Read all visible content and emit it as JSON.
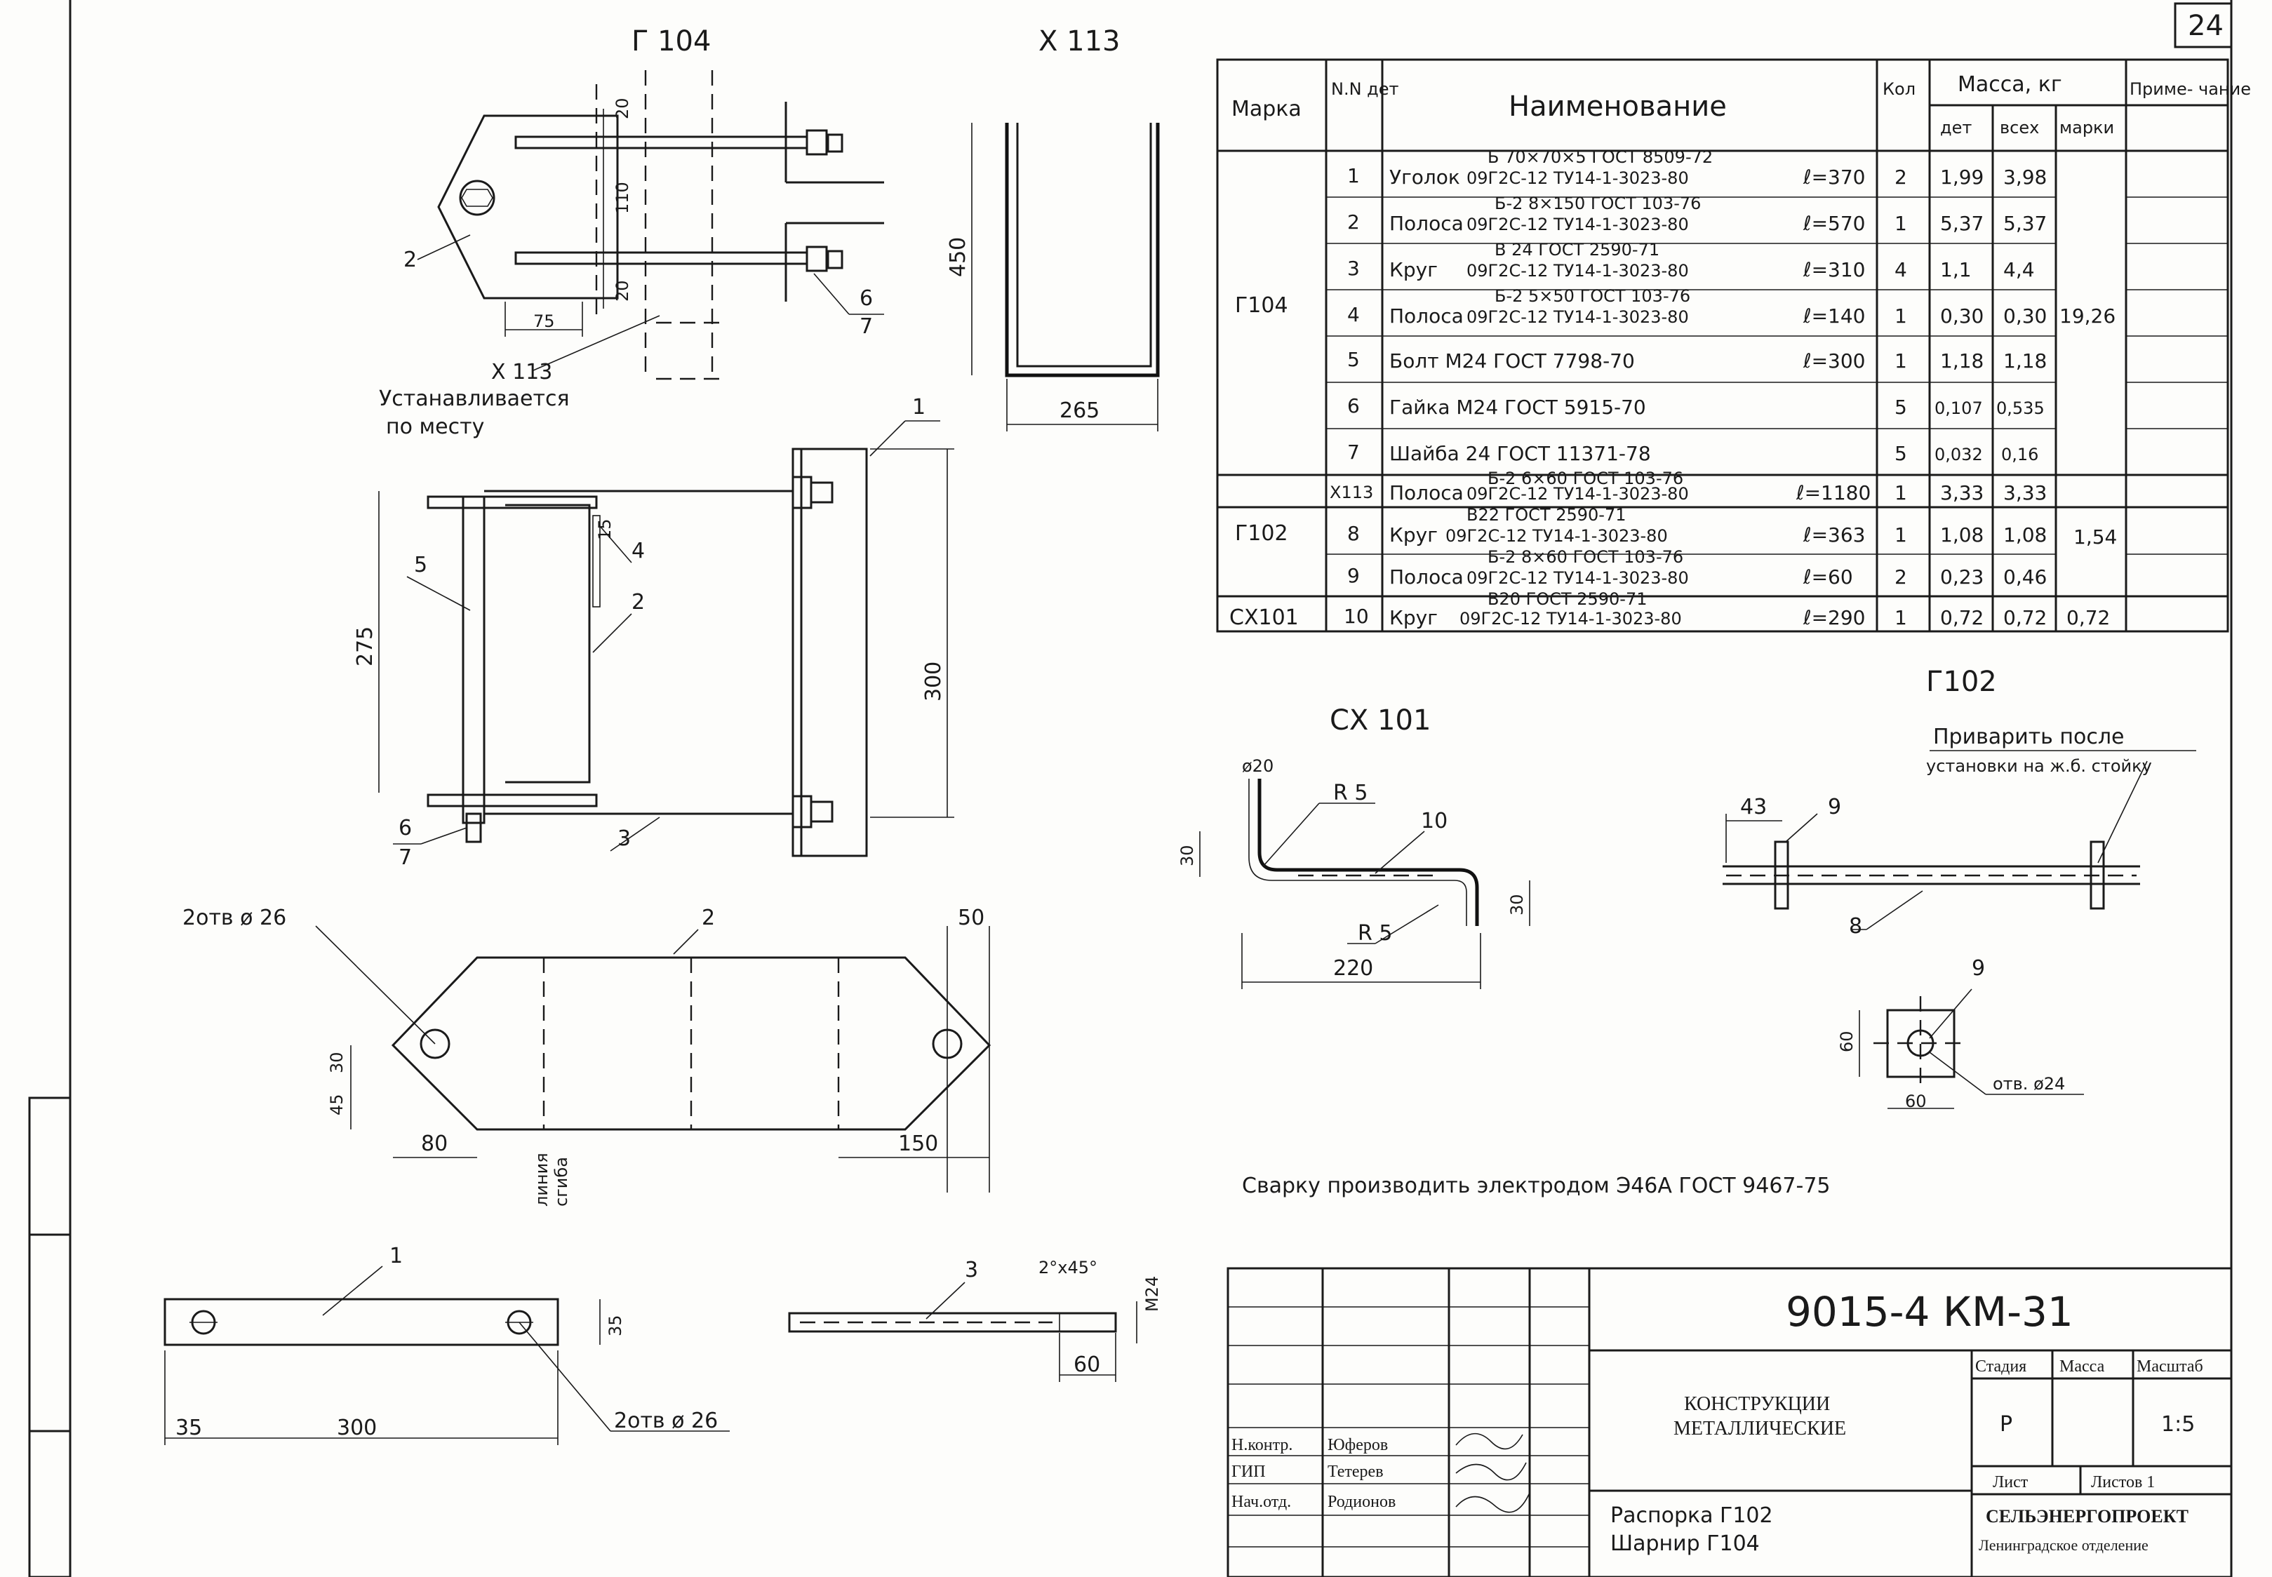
{
  "sheet_number": "24",
  "drawing_code": "9015-4 КМ-31",
  "views": {
    "g104": {
      "title": "Г 104"
    },
    "x113_title": "Х 113",
    "x113_dims": {
      "height": "450",
      "width": "265"
    },
    "g104_dims": {
      "d20a": "20",
      "d110": "110",
      "d20b": "20",
      "d75": "75",
      "callout_x113": "Х 113"
    },
    "install_note_line1": "Устанавливается",
    "install_note_line2": "по месту",
    "assembly_dims": {
      "d275": "275",
      "d300": "300",
      "d15": "15"
    },
    "plate2_dims": {
      "holes": "2отв ø 26",
      "d50": "50",
      "d30": "30",
      "d45": "45",
      "d80": "80",
      "d150": "150",
      "bend_line1": "линия",
      "bend_line2": "сгиба"
    },
    "plate1_dims": {
      "d35": "35",
      "d35b": "35",
      "d300": "300",
      "holes": "2отв ø 26"
    },
    "bolt3_dims": {
      "chamfer": "2°х45°",
      "m24": "М24",
      "d60": "60"
    },
    "cx101": {
      "title": "СХ 101",
      "d20": "ø20",
      "r5a": "R 5",
      "r5b": "R 5",
      "d30a": "30",
      "d30b": "30",
      "d220": "220"
    },
    "g102": {
      "title": "Г102",
      "weld_note_line1": "Приварить после",
      "weld_note_line2": "установки на ж.б. стойку",
      "d43": "43",
      "d60a": "60",
      "d60b": "60",
      "hole": "отв. ø24"
    },
    "callouts": {
      "c1": "1",
      "c2": "2",
      "c3": "3",
      "c4": "4",
      "c5": "5",
      "c6": "6",
      "c7": "7",
      "c8": "8",
      "c9": "9",
      "c10": "10"
    }
  },
  "welding_note": "Сварку производить электродом Э46А ГОСТ 9467-75",
  "spec_table": {
    "headers": {
      "mark": "Марка",
      "num": "N.N дет",
      "name": "Наименование",
      "qty": "Кол",
      "mass": "Масса, кг",
      "mass_det": "дет",
      "mass_all": "всех",
      "mass_mark": "марки",
      "note": "Приме- чание"
    },
    "rows": [
      {
        "mark": "",
        "num": "1",
        "name": "Уголок",
        "top": "Б 70×70×5 ГОСТ 8509-72",
        "bottom": "09Г2С-12 ТУ14-1-3023-80",
        "len": "ℓ=370",
        "qty": "2",
        "det": "1,99",
        "all": "3,98"
      },
      {
        "mark": "",
        "num": "2",
        "name": "Полоса",
        "top": "Б-2 8×150 ГОСТ 103-76",
        "bottom": "09Г2С-12 ТУ14-1-3023-80",
        "len": "ℓ=570",
        "qty": "1",
        "det": "5,37",
        "all": "5,37"
      },
      {
        "mark": "",
        "num": "3",
        "name": "Круг",
        "top": "В 24 ГОСТ 2590-71",
        "bottom": "09Г2С-12 ТУ14-1-3023-80",
        "len": "ℓ=310",
        "qty": "4",
        "det": "1,1",
        "all": "4,4"
      },
      {
        "mark": "Г104",
        "num": "4",
        "name": "Полоса",
        "top": "Б-2 5×50 ГОСТ 103-76",
        "bottom": "09Г2С-12 ТУ14-1-3023-80",
        "len": "ℓ=140",
        "qty": "1",
        "det": "0,30",
        "all": "0,30"
      },
      {
        "mark": "",
        "num": "5",
        "name": "Болт М24 ГОСТ 7798-70",
        "top": "",
        "bottom": "",
        "len": "ℓ=300",
        "qty": "1",
        "det": "1,18",
        "all": "1,18"
      },
      {
        "mark": "",
        "num": "6",
        "name": "Гайка М24 ГОСТ 5915-70",
        "top": "",
        "bottom": "",
        "len": "",
        "qty": "5",
        "det": "0,107",
        "all": "0,535"
      },
      {
        "mark": "",
        "num": "7",
        "name": "Шайба 24 ГОСТ 11371-78",
        "top": "",
        "bottom": "",
        "len": "",
        "qty": "5",
        "det": "0,032",
        "all": "0,16"
      },
      {
        "mark": "",
        "num": "Х113",
        "name": "Полоса",
        "top": "Б-2 6×60 ГОСТ 103-76",
        "bottom": "09Г2С-12 ТУ14-1-3023-80",
        "len": "ℓ=1180",
        "qty": "1",
        "det": "3,33",
        "all": "3,33"
      },
      {
        "mark": "Г102",
        "num": "8",
        "name": "Круг",
        "top": "В22 ГОСТ 2590-71",
        "bottom": "09Г2С-12 ТУ14-1-3023-80",
        "len": "ℓ=363",
        "qty": "1",
        "det": "1,08",
        "all": "1,08"
      },
      {
        "mark": "",
        "num": "9",
        "name": "Полоса",
        "top": "Б-2 8×60 ГОСТ 103-76",
        "bottom": "09Г2С-12 ТУ14-1-3023-80",
        "len": "ℓ=60",
        "qty": "2",
        "det": "0,23",
        "all": "0,46"
      },
      {
        "mark": "СХ101",
        "num": "10",
        "name": "Круг",
        "top": "В20 ГОСТ 2590-71",
        "bottom": "09Г2С-12 ТУ14-1-3023-80",
        "len": "ℓ=290",
        "qty": "1",
        "det": "0,72",
        "all": "0,72"
      }
    ],
    "mark_mass": {
      "g104": "19,26",
      "g102": "1,54",
      "cx101": "0,72"
    }
  },
  "title_block": {
    "code": "9015-4 КМ-31",
    "title_line1": "КОНСТРУКЦИИ",
    "title_line2": "МЕТАЛЛИЧЕСКИЕ",
    "items_line1": "Распорка Г102",
    "items_line2": "Шарнир Г104",
    "stage_label": "Стадия",
    "mass_label": "Масса",
    "scale_label": "Масштаб",
    "stage": "Р",
    "scale": "1:5",
    "sheet_label": "Лист",
    "sheets_label": "Листов 1",
    "org": "СЕЛЬЭНЕРГОПРОЕКТ",
    "dept": "Ленинградское отделение",
    "roles": [
      {
        "role": "Н.контр.",
        "name": "Юферов"
      },
      {
        "role": "ГИП",
        "name": "Тетерев"
      },
      {
        "role": "Нач.отд.",
        "name": "Родионов"
      }
    ]
  }
}
